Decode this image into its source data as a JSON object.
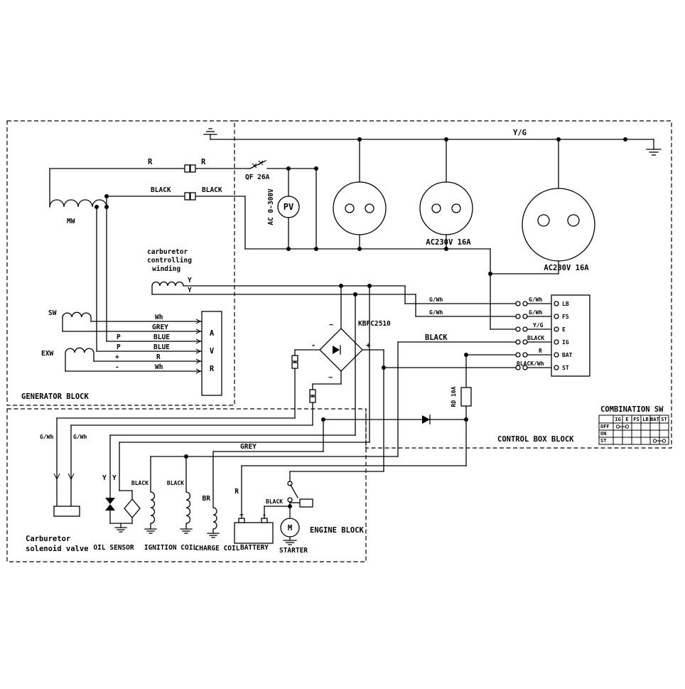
{
  "colors": {
    "line": "#000000",
    "background": "#ffffff"
  },
  "blocks": {
    "generator": "GENERATOR BLOCK",
    "control": "CONTROL BOX BLOCK",
    "engine": "ENGINE BLOCK"
  },
  "top": {
    "earth_wire": "Y/G"
  },
  "power": {
    "r_left": "R",
    "r_right": "R",
    "breaker": "QF 26A",
    "meter_range": "AC 0-300V",
    "meter": "PV",
    "neutral_left": "BLACK",
    "neutral_right": "BLACK",
    "outlet_mid": "AC230V 16A",
    "outlet_large": "AC230V 16A"
  },
  "generator": {
    "main_winding": "MW",
    "sub_winding": "SW",
    "excitation_winding": "EXW",
    "carb_winding_line1": "carburetor",
    "carb_winding_line2": "controlling",
    "carb_winding_line3": "winding",
    "carb_wire1": "Y",
    "carb_wire2": "Y",
    "avr_letters": [
      "A",
      "V",
      "R"
    ],
    "avr_inputs": [
      "Wh",
      "GREY",
      "BLUE",
      "BLUE",
      "R",
      "Wh"
    ],
    "tap1": "P",
    "tap2": "P",
    "plus": "+",
    "minus": "-"
  },
  "rectifier": {
    "model": "KBPC2510",
    "term_top": "~",
    "term_right": "+",
    "term_bottom": "~",
    "term_left": "-"
  },
  "harness": {
    "gwh_left1": "G/Wh",
    "gwh_left2": "G/Wh",
    "ig_wire": "BLACK",
    "conn_labels": [
      "G/Wh",
      "G/Wh",
      "Y/G",
      "BLACK",
      "R",
      "BLACK/Wh"
    ],
    "terminals": [
      "LB",
      "FS",
      "E",
      "IG",
      "BAT",
      "ST"
    ],
    "fuse": "RD 10A"
  },
  "combination_sw": {
    "title": "COMBINATION SW",
    "columns": [
      "IG",
      "E",
      "FS",
      "LB",
      "BAT",
      "ST"
    ],
    "rows": [
      "OFF",
      "ON",
      "ST"
    ],
    "connections": [
      {
        "row": "OFF",
        "between": [
          "IG",
          "E"
        ]
      },
      {
        "row": "ST",
        "between": [
          "BAT",
          "ST"
        ]
      }
    ]
  },
  "engine": {
    "gwh1": "G/Wh",
    "gwh2": "G/Wh",
    "y1": "Y",
    "y2": "Y",
    "black1": "BLACK",
    "black2": "BLACK",
    "br": "BR",
    "r": "R",
    "grey": "GREY",
    "black3": "BLACK",
    "bat_plus": "+",
    "bat_minus": "-",
    "motor": "M",
    "carb_solenoid1": "Carburetor",
    "carb_solenoid2": "solenoid valve",
    "oil_sensor": "OIL SENSOR",
    "ignition_coil": "IGNITION COIL",
    "charge_coil": "CHARGE COIL",
    "battery": "BATTERY",
    "starter": "STARTER"
  }
}
